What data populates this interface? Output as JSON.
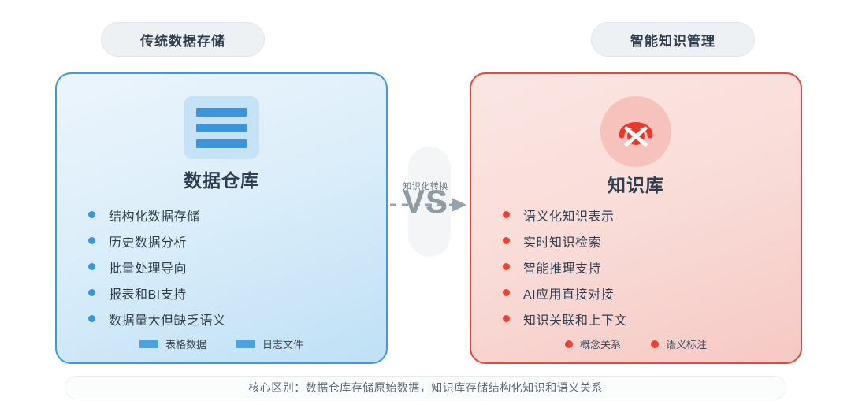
{
  "header": {
    "left_badge": "传统数据存储",
    "right_badge": "智能知识管理"
  },
  "left_card": {
    "icon_name": "table-rows-icon",
    "title": "数据仓库",
    "accent_color": "#3b95dc",
    "border_color": "#3d9ae2",
    "features": [
      "结构化数据存储",
      "历史数据分析",
      "批量处理导向",
      "报表和BI支持",
      "数据量大但缺乏语义"
    ],
    "legend": [
      {
        "label": "表格数据",
        "swatch": "rect"
      },
      {
        "label": "日志文件",
        "swatch": "rect"
      }
    ]
  },
  "right_card": {
    "icon_name": "knowledge-network-icon",
    "title": "知识库",
    "accent_color": "#ea4335",
    "border_color": "#e8473c",
    "features": [
      "语义化知识表示",
      "实时知识检索",
      "智能推理支持",
      "AI应用直接对接",
      "知识关联和上下文"
    ],
    "legend": [
      {
        "label": "概念关系",
        "swatch": "dot"
      },
      {
        "label": "语义标注",
        "swatch": "dot"
      }
    ]
  },
  "center": {
    "transform_label": "知识化转换",
    "vs_label": "VS"
  },
  "summary": {
    "text": "核心区别：数据仓库存储原始数据，知识库存储结构化知识和语义关系"
  }
}
